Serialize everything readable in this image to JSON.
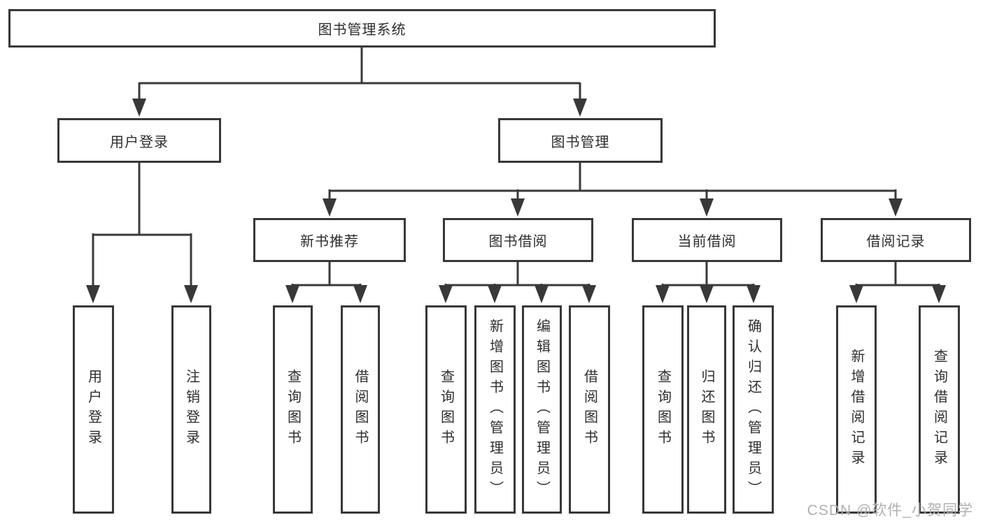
{
  "diagram": {
    "title_node": "图书管理系统",
    "branches": [
      {
        "label": "用户登录",
        "children": [
          "用户登录",
          "注销登录"
        ]
      },
      {
        "label": "图书管理",
        "sections": [
          {
            "label": "新书推荐",
            "children": [
              "查询图书",
              "借阅图书"
            ]
          },
          {
            "label": "图书借阅",
            "children": [
              "查询图书",
              "新增图书（管理员）",
              "编辑图书（管理员）",
              "借阅图书"
            ]
          },
          {
            "label": "当前借阅",
            "children": [
              "查询图书",
              "归还图书",
              "确认归还（管理员）"
            ]
          },
          {
            "label": "借阅记录",
            "children": [
              "新增借阅记录",
              "查询借阅记录"
            ]
          }
        ]
      }
    ]
  },
  "watermark": "CSDN @软件_小贺同学",
  "colors": {
    "line": "#3a3a3a",
    "box_border": "#383838",
    "text": "#2e2e2e",
    "watermark": "#b0b0b0",
    "background": "#ffffff"
  }
}
